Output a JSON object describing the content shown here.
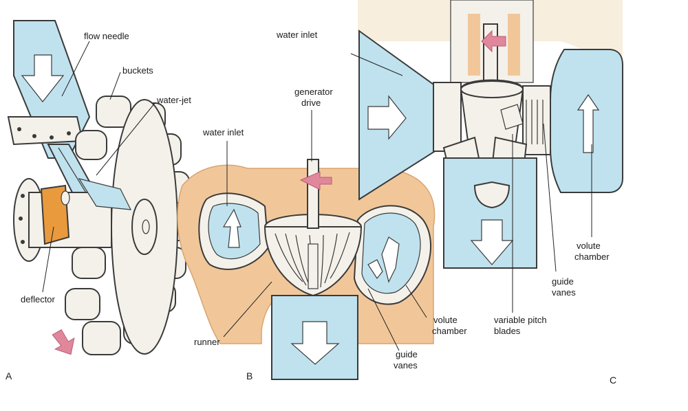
{
  "colors": {
    "water": "#bfe2ee",
    "metal": "#f4f1ea",
    "deflector": "#e99a3c",
    "flow_arrow": "#e0879b",
    "concrete": "#f1c79a",
    "outline": "#3a3a3a"
  },
  "panels": {
    "a": "A",
    "b": "B",
    "c": "C"
  },
  "labels": {
    "a": {
      "flow_needle": "flow needle",
      "buckets": "buckets",
      "water_jet": "water-jet",
      "deflector": "deflector"
    },
    "b": {
      "generator_1": "generator",
      "generator_2": "drive",
      "water_inlet": "water inlet",
      "runner": "runner",
      "volute_1": "volute",
      "volute_2": "chamber",
      "guide_1": "guide",
      "guide_2": "vanes"
    },
    "c": {
      "water_inlet": "water inlet",
      "variable_1": "variable pitch",
      "variable_2": "blades",
      "guide_1": "guide",
      "guide_2": "vanes",
      "volute_1": "volute",
      "volute_2": "chamber"
    }
  }
}
